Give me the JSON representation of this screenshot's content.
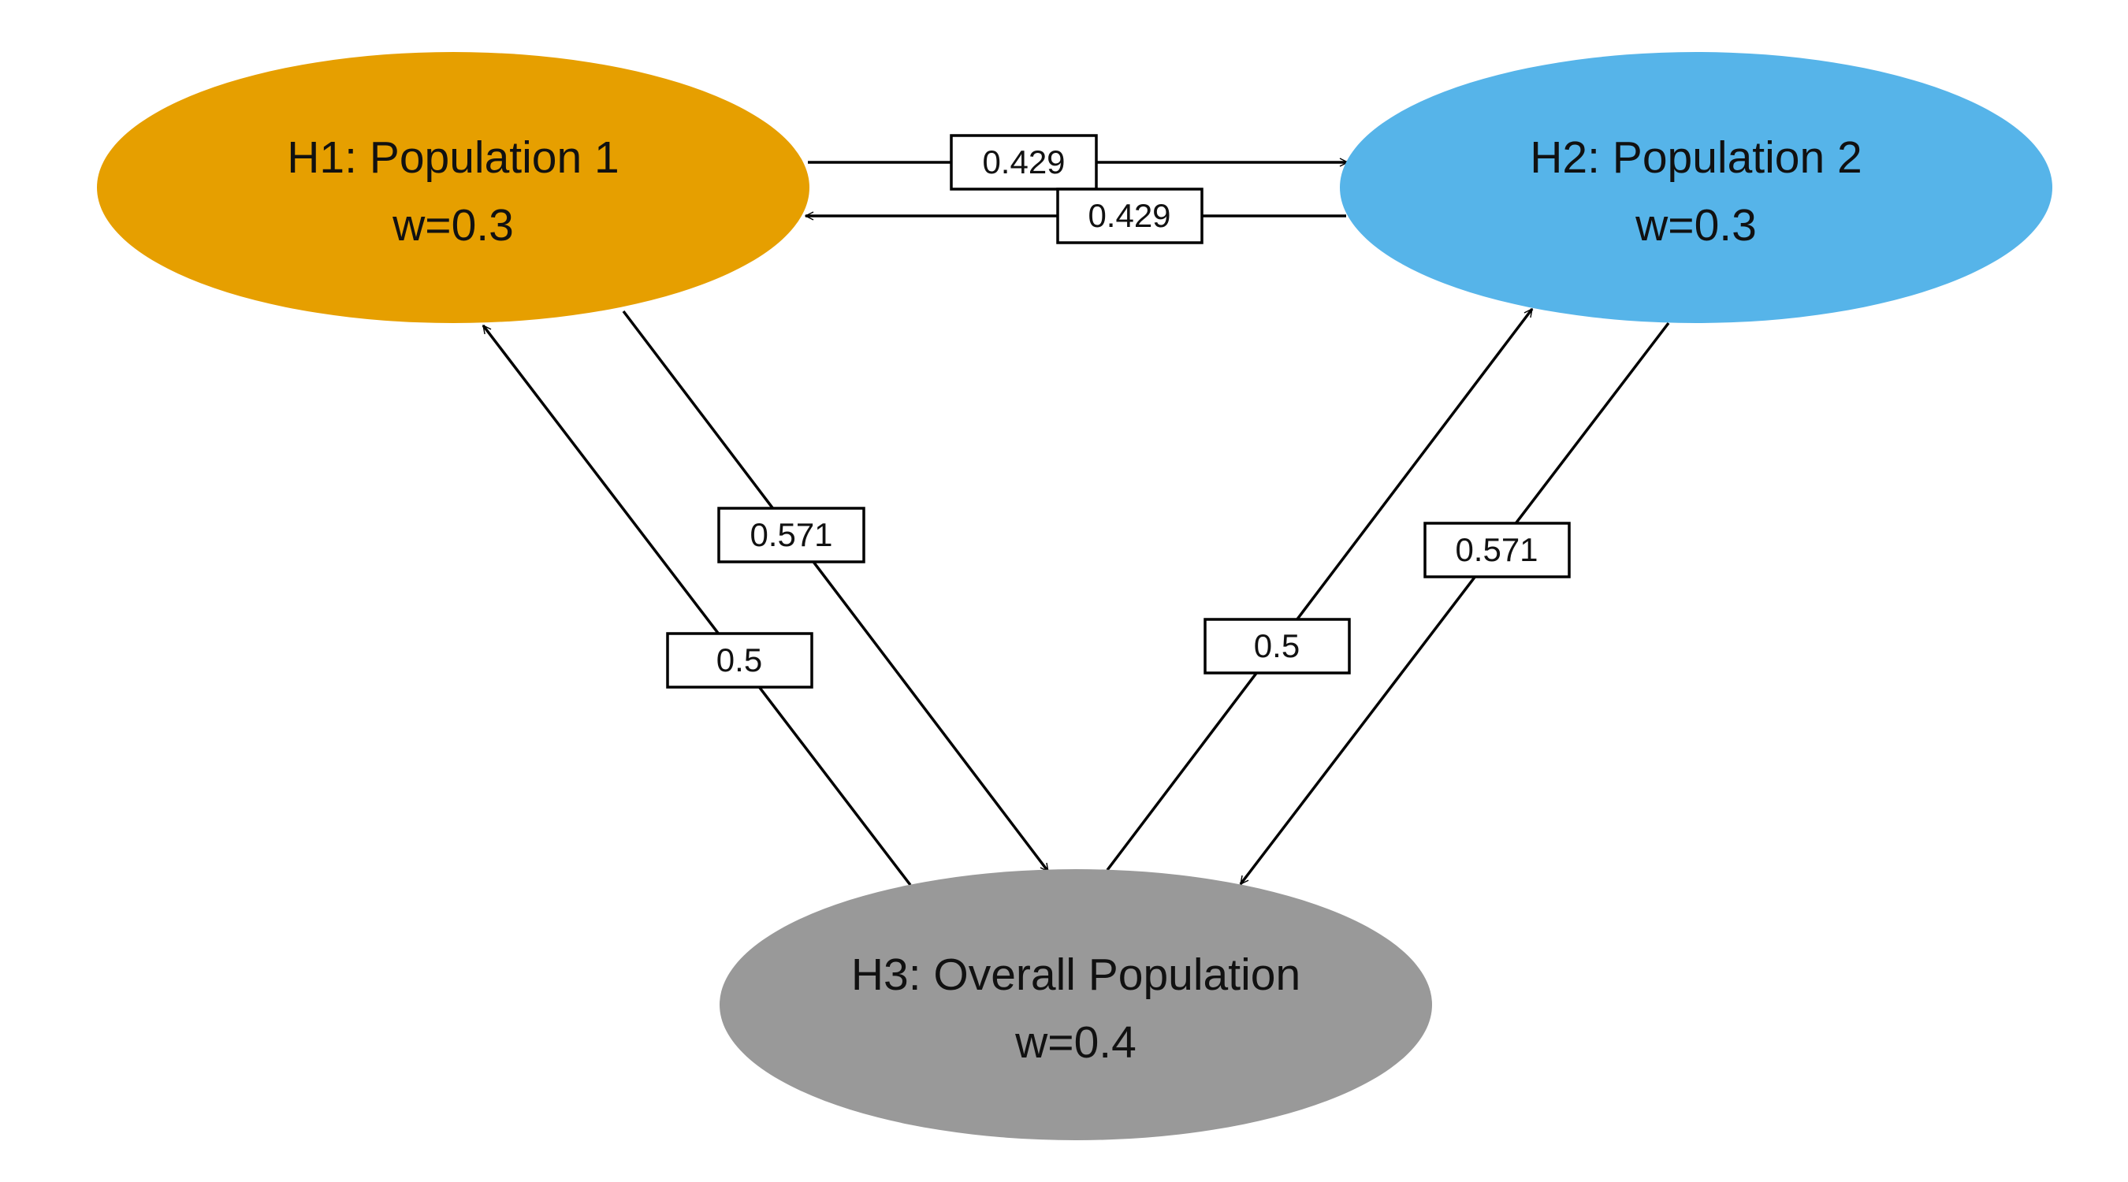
{
  "nodes": [
    {
      "id": "H1",
      "name": "H1: Population 1",
      "weight": "w=0.3",
      "color": "#E69F00"
    },
    {
      "id": "H2",
      "name": "H2: Population 2",
      "weight": "w=0.3",
      "color": "#56B4E9"
    },
    {
      "id": "H3",
      "name": "H3: Overall Population",
      "weight": "w=0.4",
      "color": "#999999"
    }
  ],
  "edges": [
    {
      "from": "H1",
      "to": "H2",
      "label": "0.429"
    },
    {
      "from": "H2",
      "to": "H1",
      "label": "0.429"
    },
    {
      "from": "H1",
      "to": "H3",
      "label": "0.571"
    },
    {
      "from": "H3",
      "to": "H1",
      "label": "0.5"
    },
    {
      "from": "H3",
      "to": "H2",
      "label": "0.5"
    },
    {
      "from": "H2",
      "to": "H3",
      "label": "0.571"
    }
  ]
}
